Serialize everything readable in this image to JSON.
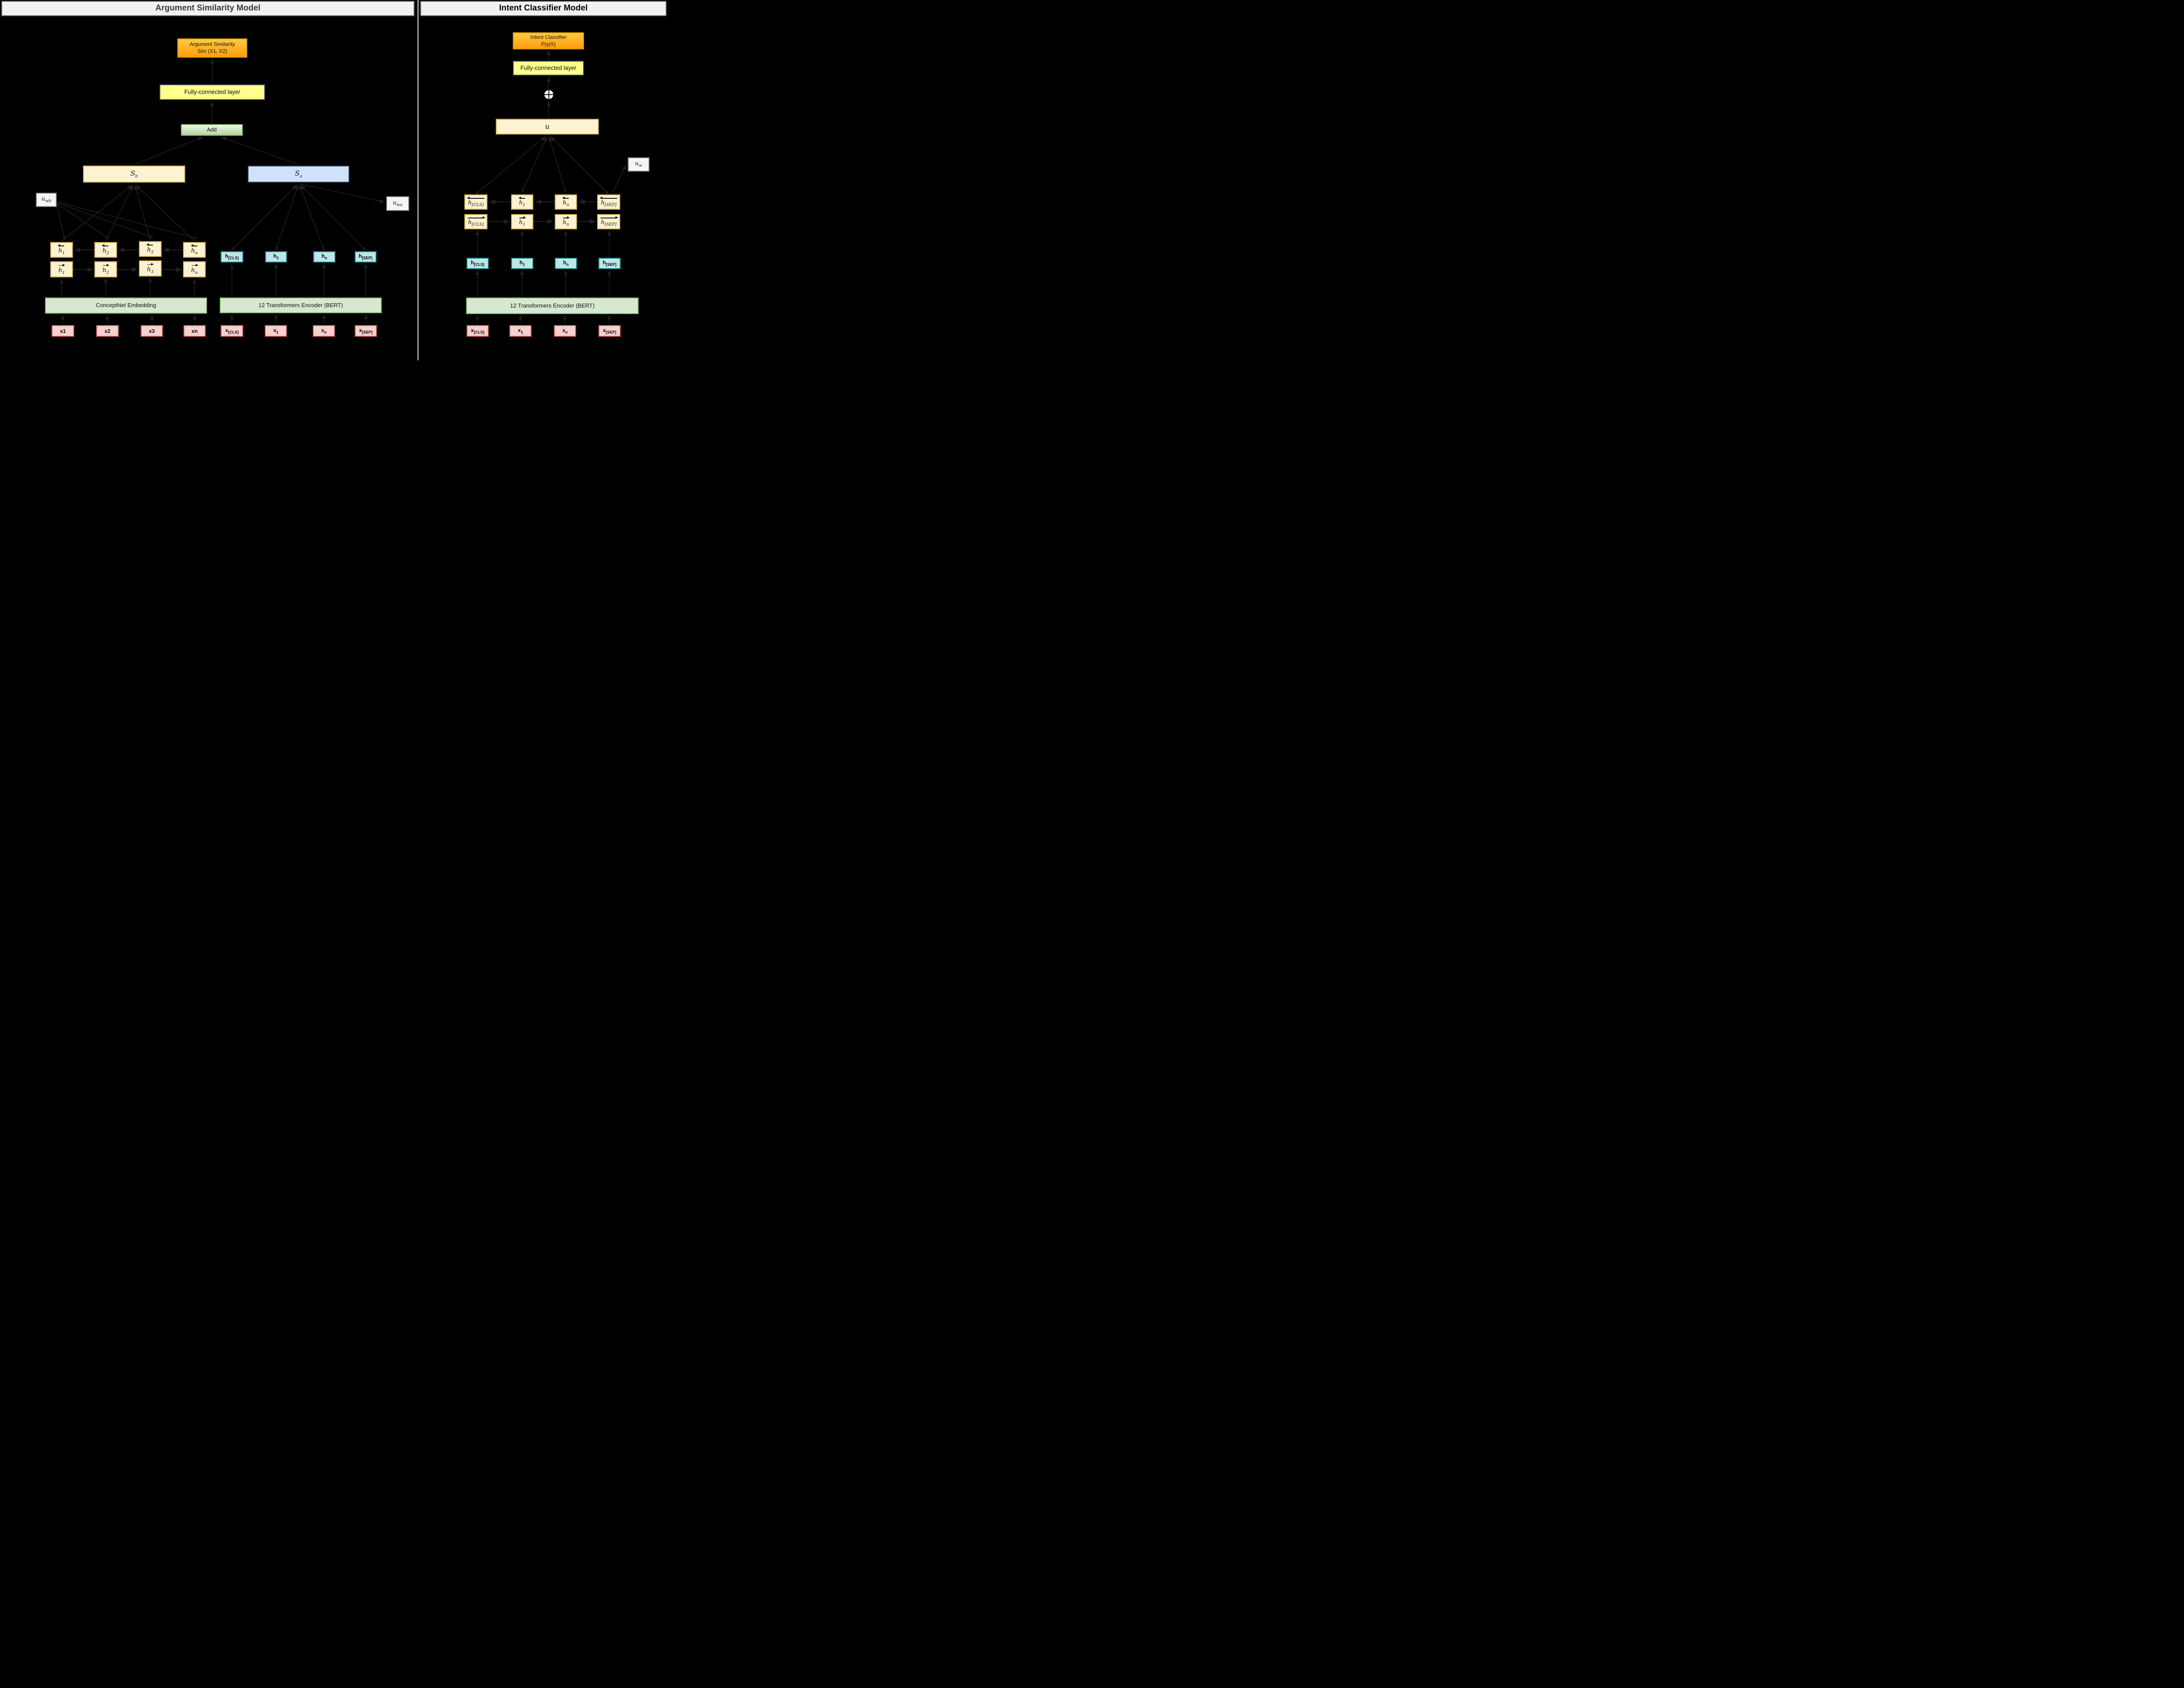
{
  "titles": {
    "left": "Argument Similarity Model",
    "right": "Intent Classifier Model"
  },
  "left": {
    "similarity_box": {
      "line1": "Argument Similarity",
      "line2": "Sim (X1, X2)"
    },
    "fc_label": "Fully-connected layer",
    "add_label": "Add",
    "sb": {
      "base": "S",
      "sub": "b"
    },
    "sa": {
      "base": "S",
      "sub": "a"
    },
    "uwb": {
      "base": "u",
      "sub": "wb"
    },
    "uwa": {
      "base": "u",
      "sub": "wa"
    },
    "rnn_back": [
      {
        "base": "h",
        "sub": "1",
        "dir": "left"
      },
      {
        "base": "h",
        "sub": "2",
        "dir": "left"
      },
      {
        "base": "h",
        "sub": "3",
        "dir": "left"
      },
      {
        "base": "h",
        "sub": "n",
        "dir": "left"
      }
    ],
    "rnn_fwd": [
      {
        "base": "h",
        "sub": "1",
        "dir": "right"
      },
      {
        "base": "h",
        "sub": "2",
        "dir": "right"
      },
      {
        "base": "h",
        "sub": "3",
        "dir": "right"
      },
      {
        "base": "h",
        "sub": "n",
        "dir": "right"
      }
    ],
    "bert_hidden": [
      {
        "base": "h",
        "sub": "[CLS]"
      },
      {
        "base": "h",
        "sub": "1"
      },
      {
        "base": "h",
        "sub": "n"
      },
      {
        "base": "h",
        "sub": "[SEP]"
      }
    ],
    "embedding_label": "ConceptNet Embedding",
    "bert_label": "12 Transformers Encoder (BERT)",
    "inputs_concept": [
      "x1",
      "x2",
      "x3",
      "xn"
    ],
    "inputs_bert": [
      {
        "base": "x",
        "sub": "[CLS]"
      },
      {
        "base": "x",
        "sub": "1"
      },
      {
        "base": "x",
        "sub": "n"
      },
      {
        "base": "x",
        "sub": "[SEP]"
      }
    ]
  },
  "right": {
    "classifier_box": {
      "line1": "Intent Classifier",
      "line2": "P(y|X)"
    },
    "fc_label": "Fully-connected layer",
    "concat_icon": "oplus",
    "u_label": "u",
    "uw": {
      "base": "u",
      "sub": "w"
    },
    "rnn_back": [
      {
        "base": "h",
        "sub": "[CLS]",
        "dir": "left"
      },
      {
        "base": "h",
        "sub": "1",
        "dir": "left"
      },
      {
        "base": "h",
        "sub": "n",
        "dir": "left"
      },
      {
        "base": "h",
        "sub": "[SEP]",
        "dir": "left"
      }
    ],
    "rnn_fwd": [
      {
        "base": "h",
        "sub": "[CLS]",
        "dir": "right"
      },
      {
        "base": "h",
        "sub": "1",
        "dir": "right"
      },
      {
        "base": "h",
        "sub": "n",
        "dir": "right"
      },
      {
        "base": "h",
        "sub": "[SEP]",
        "dir": "right"
      }
    ],
    "bert_hidden": [
      {
        "base": "h",
        "sub": "[CLS]"
      },
      {
        "base": "h",
        "sub": "1"
      },
      {
        "base": "h",
        "sub": "n"
      },
      {
        "base": "h",
        "sub": "[SEP]"
      }
    ],
    "bert_label": "12 Transformers Encoder (BERT)",
    "inputs_bert": [
      {
        "base": "x",
        "sub": "[CLS]"
      },
      {
        "base": "x",
        "sub": "1"
      },
      {
        "base": "x",
        "sub": "n"
      },
      {
        "base": "x",
        "sub": "[SEP]"
      }
    ]
  },
  "colors": {
    "background": "#000000",
    "title_bar_bg": "#f2f2f2",
    "orange_top": "#ffc93f",
    "orange_bottom": "#ff9e0c",
    "orange_border": "#d79b00",
    "yellow_box": "#feff8d",
    "add_green_top": "#eef6ea",
    "add_green_bottom": "#b0d69f",
    "green_box": "#d6e9d0",
    "green_border": "#7fb163",
    "cream_box": "#fdf2cf",
    "cream_border": "#c9a84c",
    "blue_box": "#cee3fb",
    "cyan_box": "#bfe5e9",
    "cyan_border": "#0f828c",
    "pink_box": "#f8d0cd",
    "pink_border": "#b5504c",
    "gray_label_box": "#f5f5f5",
    "connector": "#212121"
  }
}
